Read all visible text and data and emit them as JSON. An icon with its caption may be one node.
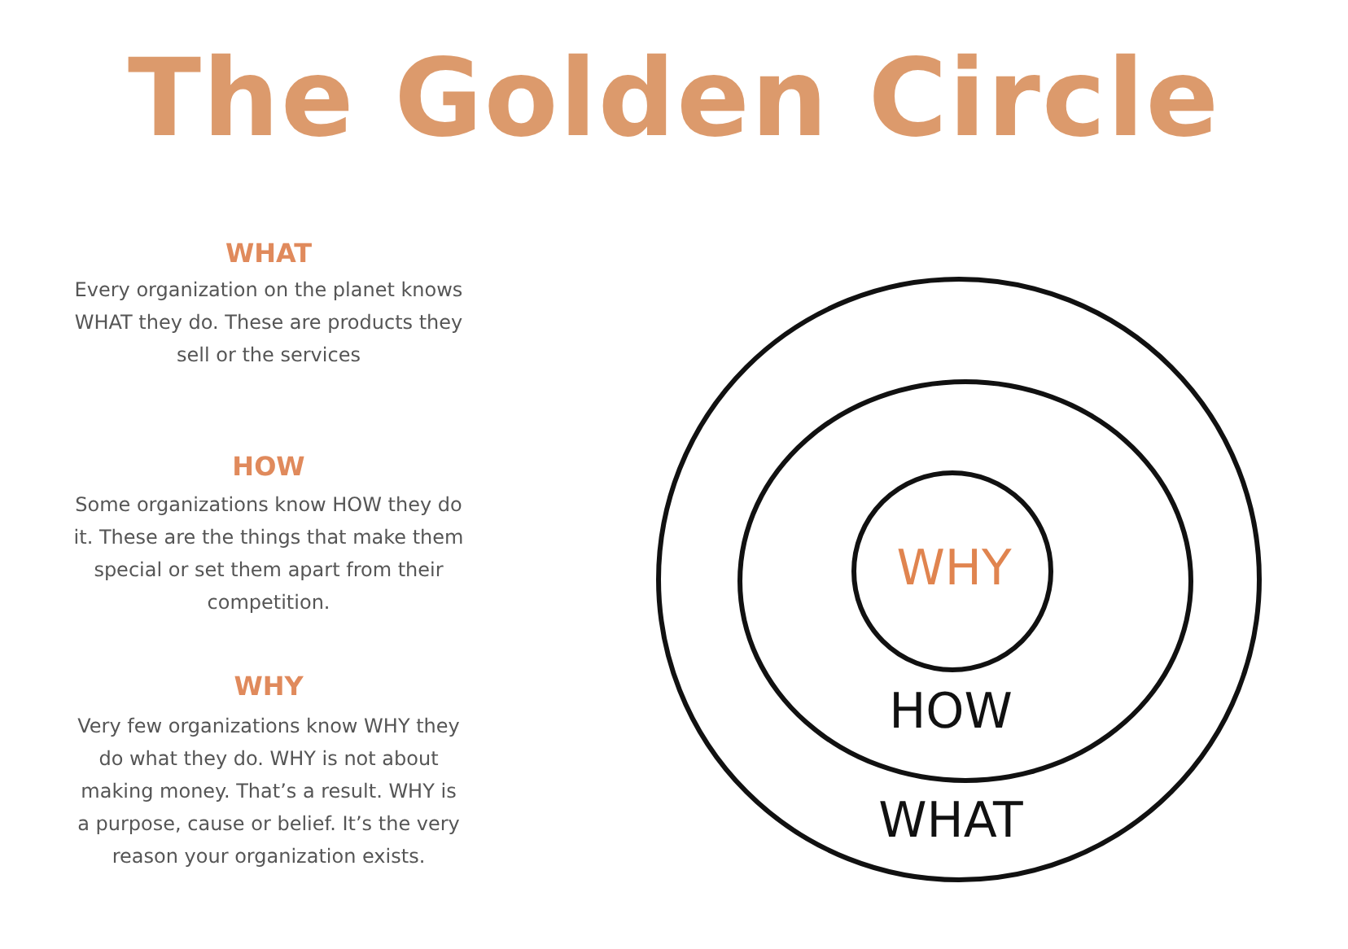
{
  "diagram": {
    "title": "The Golden Circle",
    "nodes": [
      {
        "text": [
          "WHAT"
        ]
      },
      {
        "text": [
          "HOW"
        ],
        "in": 0
      },
      {
        "text": [
          "WHY"
        ],
        "in": 1
      }
    ],
    "labels": [
      "WHAT",
      "Every organization on the planet knows WHAT they do. These are products they sell or the services",
      "HOW",
      "Some organizations know HOW they do it. These are the things that make them special or set them apart from their competition.",
      "WHY",
      "Very few organizations know WHY they do what they do. WHY is not about making money. That’s a result. WHY is a purpose, cause or belief. It’s the very reason your organization exists."
    ]
  }
}
